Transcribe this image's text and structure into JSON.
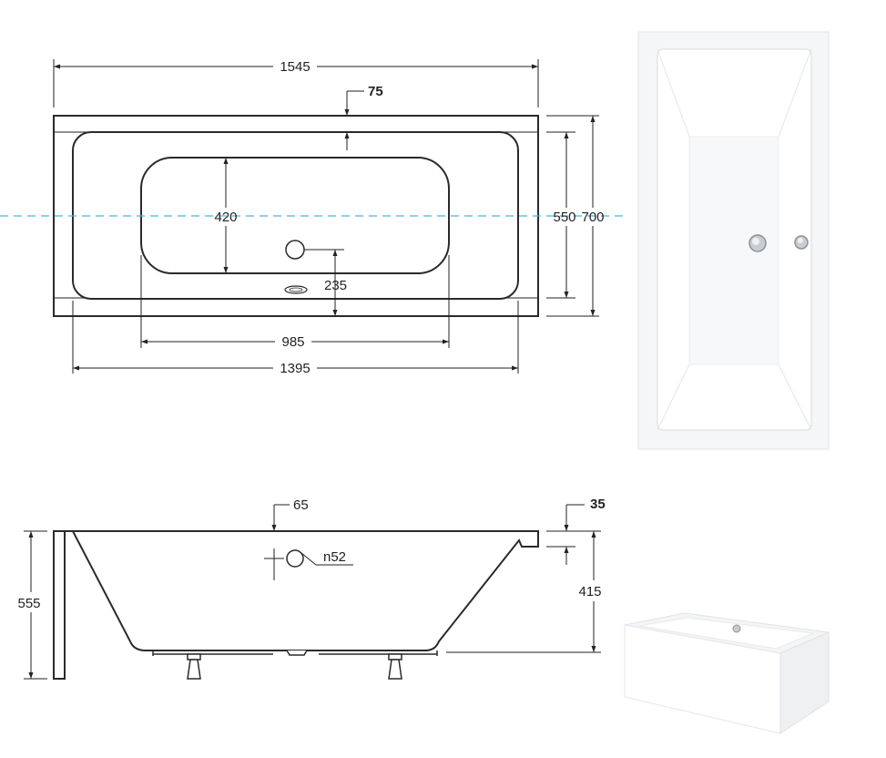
{
  "top_view": {
    "overall_length": "1545",
    "rim_offset": "75",
    "inner_width": "420",
    "outer_width_inner": "550",
    "outer_width": "700",
    "drain_offset": "235",
    "inner_length": "985",
    "bath_length": "1395"
  },
  "side_view": {
    "rim_thickness": "65",
    "rim_drop": "35",
    "overflow_diameter": "n52",
    "total_height": "555",
    "bath_depth": "415"
  },
  "colors": {
    "outline": "#2a2a2a",
    "centerline": "#45b6e8",
    "photo_background": "#f3f4f5"
  }
}
